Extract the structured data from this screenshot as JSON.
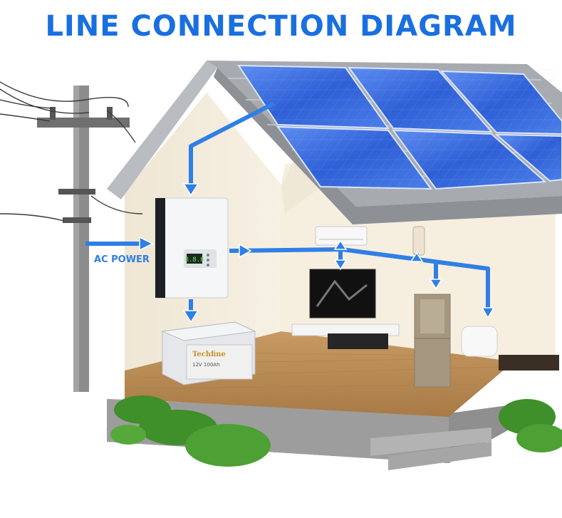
{
  "title": "LINE CONNECTION DIAGRAM",
  "labels": {
    "ac_power": "AC POWER",
    "inverter_display": "8.8.8",
    "battery_brand": "Techfine",
    "battery_spec": "12V 100Ah"
  },
  "colors": {
    "title": "#1a6fe0",
    "flow_line": "#2f7fe6",
    "ac_label": "#2f7fe6",
    "solar_panel": "#2d5fd8",
    "roof": "#9aa0a6",
    "wall": "#f2ead9",
    "floor": "#b98a55"
  },
  "components": [
    {
      "name": "utility-pole",
      "icon": "utility-pole-icon"
    },
    {
      "name": "solar-panel-array",
      "icon": "solar-panel-icon"
    },
    {
      "name": "hybrid-inverter",
      "icon": "inverter-icon"
    },
    {
      "name": "battery-bank",
      "icon": "battery-icon"
    },
    {
      "name": "air-conditioner",
      "icon": "air-conditioner-icon"
    },
    {
      "name": "wall-lamp",
      "icon": "lamp-icon"
    },
    {
      "name": "television",
      "icon": "tv-icon"
    },
    {
      "name": "refrigerator",
      "icon": "refrigerator-icon"
    },
    {
      "name": "rice-cooker",
      "icon": "appliance-icon"
    }
  ]
}
